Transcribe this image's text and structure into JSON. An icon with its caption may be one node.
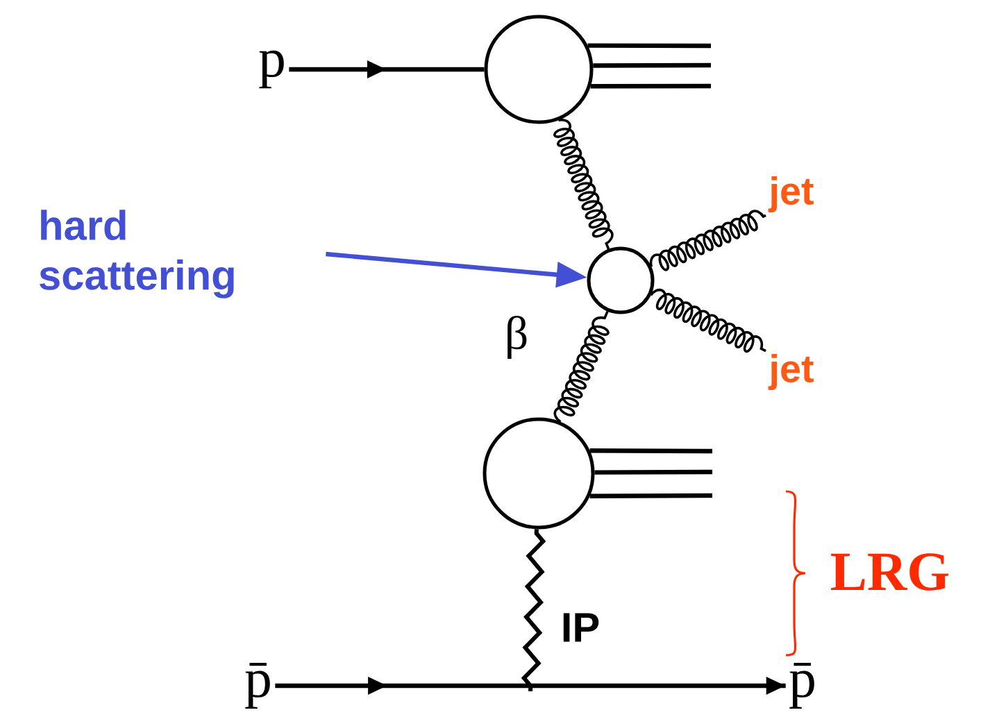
{
  "diagram": {
    "nodes": [
      {
        "text": [
          "p"
        ]
      },
      {
        "text": [],
        "shape": "circle"
      },
      {
        "text": [
          "hard scattering"
        ]
      },
      {
        "text": [],
        "shape": "circle"
      },
      {
        "text": [
          "jet"
        ]
      },
      {
        "text": [
          "jet"
        ]
      },
      {
        "text": [],
        "shape": "circle"
      },
      {
        "text": [
          "p̄"
        ]
      },
      {
        "text": [
          "p̄"
        ]
      }
    ],
    "edges": [
      {
        "from": 0,
        "to": 1,
        "arrow": "to"
      },
      {
        "from": 1,
        "to": null,
        "arrow": "none"
      },
      {
        "from": 1,
        "to": null,
        "arrow": "none"
      },
      {
        "from": 1,
        "to": null,
        "arrow": "none"
      },
      {
        "from": 1,
        "to": 3,
        "arrow": "none"
      },
      {
        "from": 2,
        "to": 3,
        "arrow": "to",
        "color": "#4450d4"
      },
      {
        "from": 3,
        "to": 4,
        "arrow": "none"
      },
      {
        "from": 3,
        "to": 5,
        "arrow": "none"
      },
      {
        "from": 6,
        "to": 3,
        "arrow": "none",
        "label": "β"
      },
      {
        "from": 6,
        "to": null,
        "arrow": "none"
      },
      {
        "from": 6,
        "to": null,
        "arrow": "none"
      },
      {
        "from": 6,
        "to": null,
        "arrow": "none"
      },
      {
        "from": 6,
        "to": null,
        "arrow": "none",
        "label": "IP"
      },
      {
        "from": 7,
        "to": 8,
        "arrow": "to"
      }
    ],
    "labels": [
      "LRG"
    ]
  }
}
